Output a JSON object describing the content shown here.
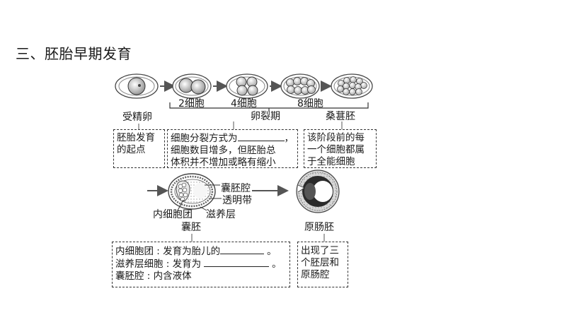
{
  "title": "三、胚胎早期发育",
  "stage_labels": {
    "two_cell": "2细胞",
    "four_cell": "4细胞",
    "eight_cell": "8细胞",
    "zygote": "受精卵",
    "cleavage": "卵裂期",
    "morula": "桑葚胚",
    "blastula": "囊胚",
    "gastrula": "原肠胚"
  },
  "blastula_parts": {
    "cavity": "囊胚腔",
    "zona": "透明带",
    "icm": "内细胞团",
    "trophoblast": "滋养层"
  },
  "boxes": {
    "zygote": [
      "胚胎发育",
      "的起点"
    ],
    "cleavage": {
      "line1": "细胞分裂方式为",
      "line2": "细胞数目增多，但胚胎总",
      "line3": "体积并不增加或略有缩小"
    },
    "morula": [
      "该阶段前的每",
      "一个细胞都属",
      "于全能细胞"
    ],
    "blastula": {
      "line1": "内细胞团 : 发育为胎儿的",
      "line2": "滋养层细胞 : 发育为",
      "line3": "囊胚腔 : 内含液体",
      "end": "。"
    },
    "gastrula": [
      "出现了三",
      "个胚层和",
      "原肠腔"
    ]
  }
}
